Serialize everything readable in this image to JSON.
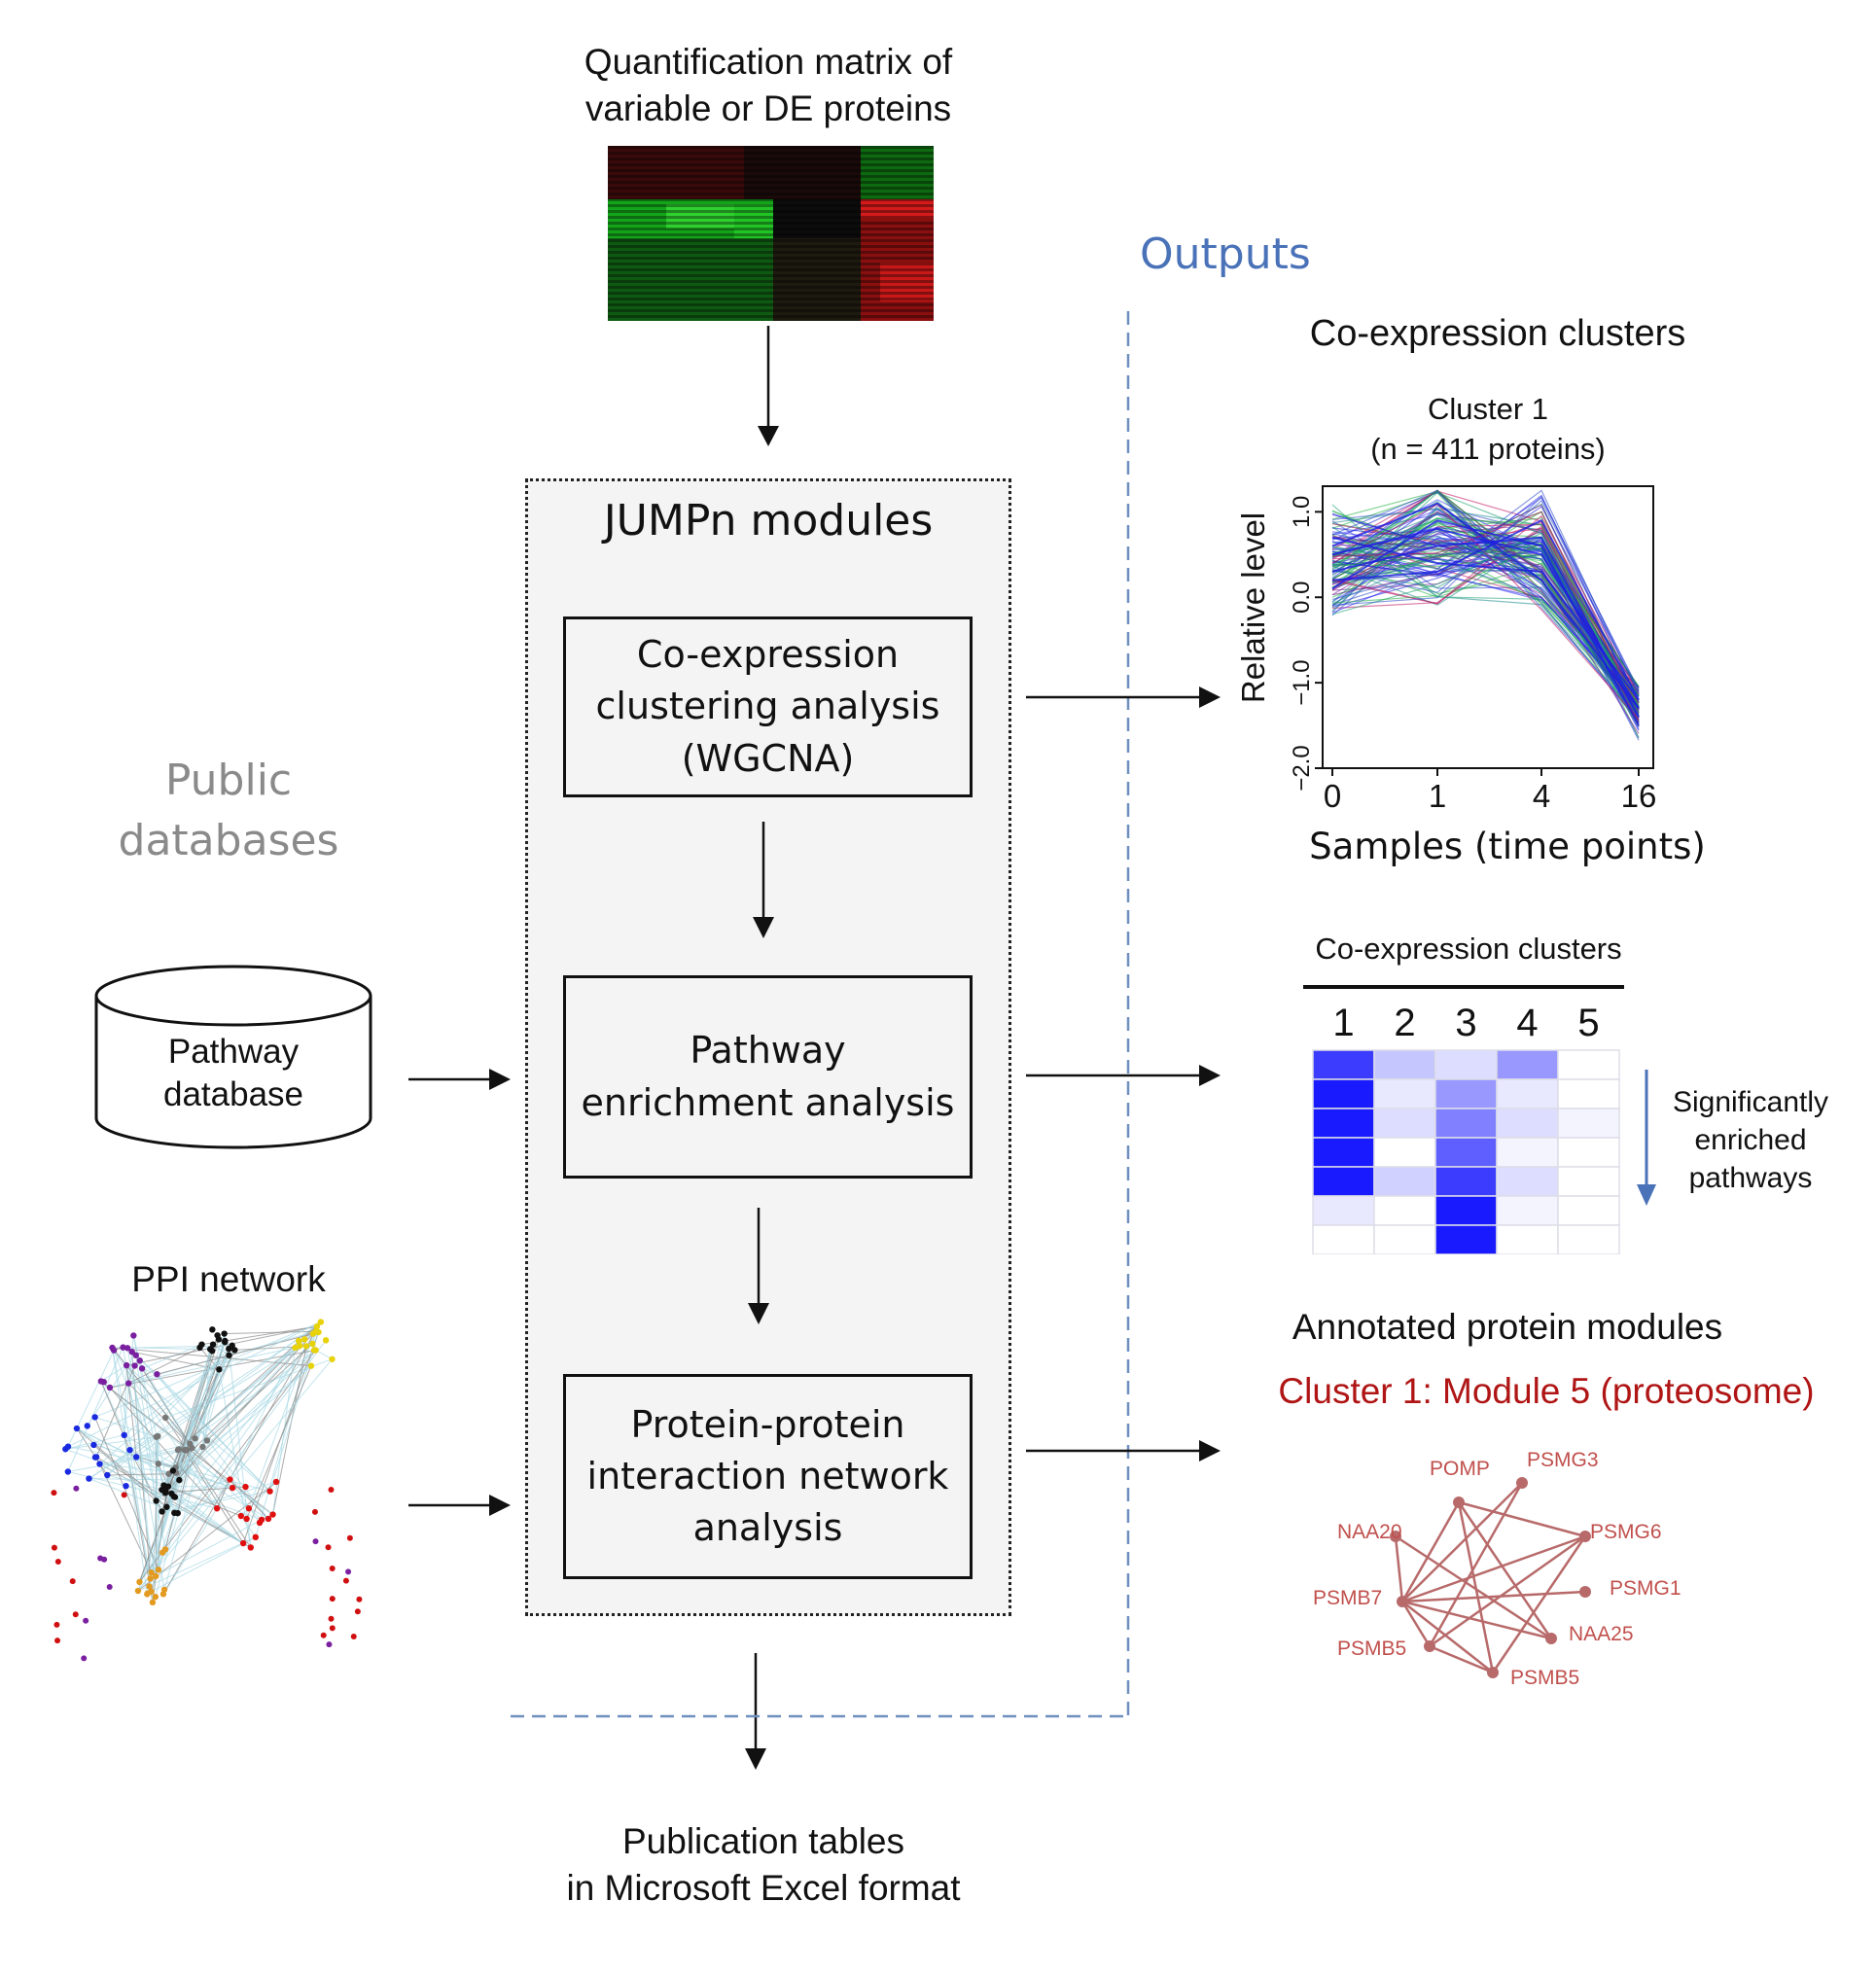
{
  "input": {
    "title_line1": "Quantification matrix of",
    "title_line2": "variable or DE proteins"
  },
  "modules": {
    "title": "JUMPn modules",
    "steps": [
      {
        "line1": "Co-expression",
        "line2": "clustering analysis",
        "line3": "(WGCNA)"
      },
      {
        "line1": "Pathway",
        "line2": "enrichment analysis"
      },
      {
        "line1": "Protein-protein",
        "line2": "interaction network",
        "line3": "analysis"
      }
    ]
  },
  "public_databases": {
    "line1": "Public",
    "line2": "databases",
    "pathway_db_line1": "Pathway",
    "pathway_db_line2": "database",
    "ppi_title": "PPI network"
  },
  "outputs": {
    "title": "Outputs",
    "coexpression": {
      "title": "Co-expression clusters",
      "cluster_label": "Cluster 1",
      "cluster_n": "(n = 411 proteins)"
    },
    "enrichment": {
      "title": "Co-expression clusters",
      "side_line1": "Significantly",
      "side_line2": "enriched",
      "side_line3": "pathways"
    },
    "modules": {
      "title": "Annotated protein modules",
      "subtitle": "Cluster 1: Module 5 (proteosome)",
      "nodes": [
        "POMP",
        "PSMG3",
        "NAA20",
        "PSMG6",
        "PSMB7",
        "PSMG1",
        "NAA25",
        "PSMB5",
        "PSMB5"
      ]
    }
  },
  "final_output": {
    "line1": "Publication tables",
    "line2": "in Microsoft Excel format"
  },
  "chart_data": {
    "type": "line",
    "title": "",
    "xlabel": "Samples (time points)",
    "ylabel": "Relative level",
    "categories": [
      "0",
      "1",
      "4",
      "16"
    ],
    "yticks": [
      "1.0",
      "0.0",
      "−1.0",
      "−2.0"
    ],
    "ylim": [
      -2.0,
      1.3
    ],
    "series": [
      {
        "values": [
          0.5,
          0.8,
          0.5,
          -1.3
        ]
      },
      {
        "values": [
          0.3,
          0.6,
          0.7,
          -1.4
        ]
      },
      {
        "values": [
          0.7,
          0.4,
          0.3,
          -1.2
        ]
      },
      {
        "values": [
          0.1,
          0.9,
          0.6,
          -1.5
        ]
      },
      {
        "values": [
          0.6,
          1.1,
          0.2,
          -1.3
        ]
      },
      {
        "values": [
          0.2,
          0.3,
          0.9,
          -1.2
        ]
      }
    ]
  },
  "heatmap_data": {
    "type": "heatmap",
    "columns": [
      "1",
      "2",
      "3",
      "4",
      "5"
    ],
    "rows": [
      [
        0.85,
        0.25,
        0.15,
        0.45,
        0.0
      ],
      [
        1.0,
        0.1,
        0.45,
        0.1,
        0.0
      ],
      [
        1.0,
        0.15,
        0.55,
        0.15,
        0.05
      ],
      [
        1.0,
        0.0,
        0.7,
        0.05,
        0.0
      ],
      [
        1.0,
        0.2,
        0.85,
        0.15,
        0.0
      ],
      [
        0.1,
        0.0,
        1.0,
        0.05,
        0.0
      ],
      [
        0.0,
        0.0,
        1.0,
        0.0,
        0.0
      ]
    ],
    "color": "#1a1aff"
  },
  "colors": {
    "outputs_blue": "#4a72b8",
    "dashed_line": "#6f8fbf",
    "public_gray": "#8a8a8a",
    "module_red": "#b01515",
    "network_red": "#b86a6a"
  }
}
